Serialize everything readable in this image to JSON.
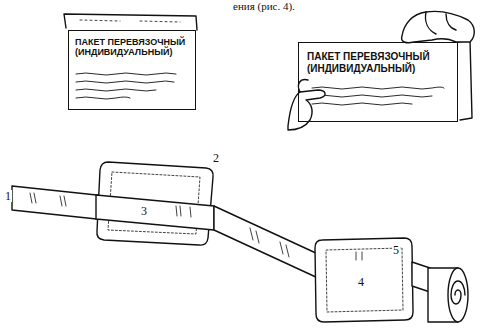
{
  "diagram": {
    "nodes": [
      {
        "text": [
          "ПАКЕТ ПЕРЕВЯЗОЧНЫЙ (ИНДИВИДУАЛЬНЫЙ)"
        ]
      },
      {
        "text": [
          "ПАКЕТ ПЕРЕВЯЗОЧНЫЙ (ИНДИВИДУАЛЬНЫЙ)"
        ]
      }
    ],
    "edges": [],
    "labels": [
      "ения (рис. 4).",
      "1",
      "2",
      "3",
      "4",
      "5"
    ]
  }
}
